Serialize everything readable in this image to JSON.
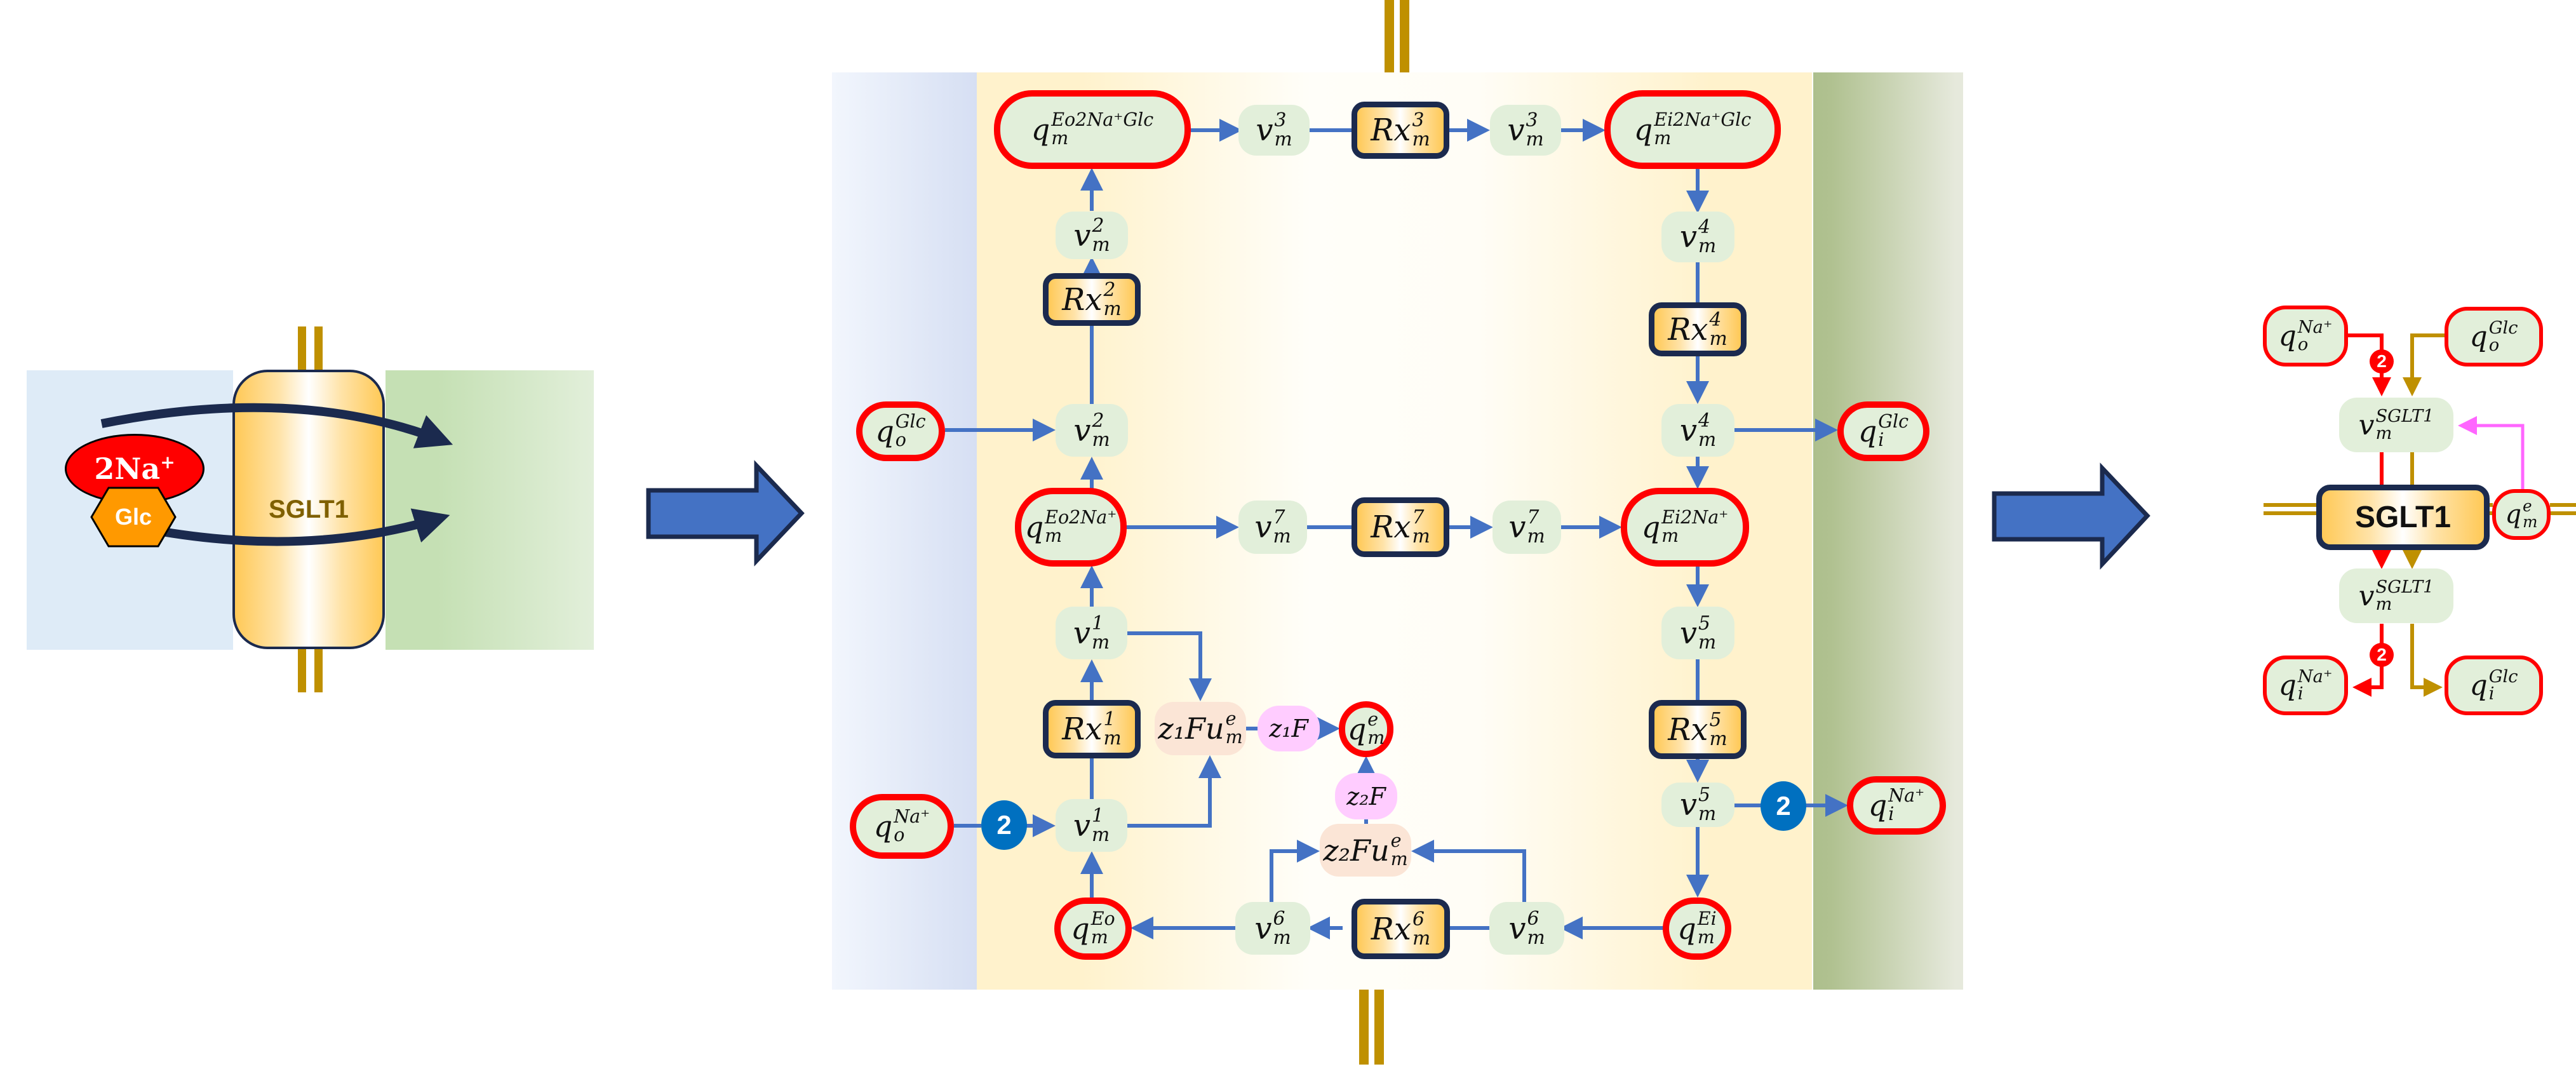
{
  "figure": {
    "panels": [
      "cartoon",
      "bond-graph-detailed",
      "bond-graph-reduced"
    ]
  },
  "colors": {
    "state_border": "#ff0000",
    "state_fill": "#e2efda",
    "reaction_border": "#1b2a4e",
    "reaction_fill": "#ffc957",
    "potential_fill": "#fbe5d6",
    "charge_fill": "#ffccff",
    "bond_arrow": "#4472c4",
    "membrane": "#bf9000",
    "badge_blue": "#0070c0",
    "na_bond": "#ff0000",
    "glc_bond": "#bf9000",
    "charge_bond": "#ff66ff",
    "big_arrow_fill": "#4472c4",
    "big_arrow_border": "#1b2a4e"
  },
  "cartoon": {
    "transporter_label": "SGLT1",
    "sodium_label": {
      "base": "2Na",
      "sup": "+"
    },
    "glucose_label": "Glc"
  },
  "detailed": {
    "states": {
      "q_Eo2NaGlc": {
        "base": "q",
        "sub": "m",
        "sup": "Eo2Na⁺Glc"
      },
      "q_Ei2NaGlc": {
        "base": "q",
        "sub": "m",
        "sup": "Ei2Na⁺Glc"
      },
      "q_Eo2Na": {
        "base": "q",
        "sub": "m",
        "sup": "Eo2Na⁺"
      },
      "q_Ei2Na": {
        "base": "q",
        "sub": "m",
        "sup": "Ei2Na⁺"
      },
      "q_o_Glc": {
        "base": "q",
        "sub": "o",
        "sup": "Glc"
      },
      "q_i_Glc": {
        "base": "q",
        "sub": "i",
        "sup": "Glc"
      },
      "q_o_Na": {
        "base": "q",
        "sub": "o",
        "sup": "Na⁺"
      },
      "q_i_Na": {
        "base": "q",
        "sub": "i",
        "sup": "Na⁺"
      },
      "q_Eo": {
        "base": "q",
        "sub": "m",
        "sup": "Eo"
      },
      "q_Ei": {
        "base": "q",
        "sub": "m",
        "sup": "Ei"
      },
      "q_e": {
        "base": "q",
        "sub": "m",
        "sup": "e"
      }
    },
    "fluxes": {
      "v1": {
        "base": "v",
        "sub": "m",
        "sup": "1"
      },
      "v2": {
        "base": "v",
        "sub": "m",
        "sup": "2"
      },
      "v3": {
        "base": "v",
        "sub": "m",
        "sup": "3"
      },
      "v4": {
        "base": "v",
        "sub": "m",
        "sup": "4"
      },
      "v5": {
        "base": "v",
        "sub": "m",
        "sup": "5"
      },
      "v6": {
        "base": "v",
        "sub": "m",
        "sup": "6"
      },
      "v7": {
        "base": "v",
        "sub": "m",
        "sup": "7"
      }
    },
    "reactions": {
      "Rx1": {
        "base": "Rx",
        "sub": "m",
        "sup": "1"
      },
      "Rx2": {
        "base": "Rx",
        "sub": "m",
        "sup": "2"
      },
      "Rx3": {
        "base": "Rx",
        "sub": "m",
        "sup": "3"
      },
      "Rx4": {
        "base": "Rx",
        "sub": "m",
        "sup": "4"
      },
      "Rx5": {
        "base": "Rx",
        "sub": "m",
        "sup": "5"
      },
      "Rx6": {
        "base": "Rx",
        "sub": "m",
        "sup": "6"
      },
      "Rx7": {
        "base": "Rx",
        "sub": "m",
        "sup": "7"
      }
    },
    "potentials": {
      "z1Fu": {
        "base": "z₁Fu",
        "sub": "m",
        "sup": "e"
      },
      "z2Fu": {
        "base": "z₂Fu",
        "sub": "m",
        "sup": "e"
      }
    },
    "charges": {
      "z1F": "z₁F",
      "z2F": "z₂F"
    },
    "stoichiometry_badges": [
      "2",
      "2"
    ]
  },
  "reduced": {
    "transporter_label": "SGLT1",
    "states": {
      "q_o_Na": {
        "base": "q",
        "sub": "o",
        "sup": "Na⁺"
      },
      "q_o_Glc": {
        "base": "q",
        "sub": "o",
        "sup": "Glc"
      },
      "q_i_Na": {
        "base": "q",
        "sub": "i",
        "sup": "Na⁺"
      },
      "q_i_Glc": {
        "base": "q",
        "sub": "i",
        "sup": "Glc"
      },
      "q_e": {
        "base": "q",
        "sub": "m",
        "sup": "e"
      }
    },
    "flux": {
      "base": "v",
      "sub": "m",
      "sup": "SGLT1"
    },
    "stoichiometry_badges": [
      "2",
      "2"
    ]
  }
}
